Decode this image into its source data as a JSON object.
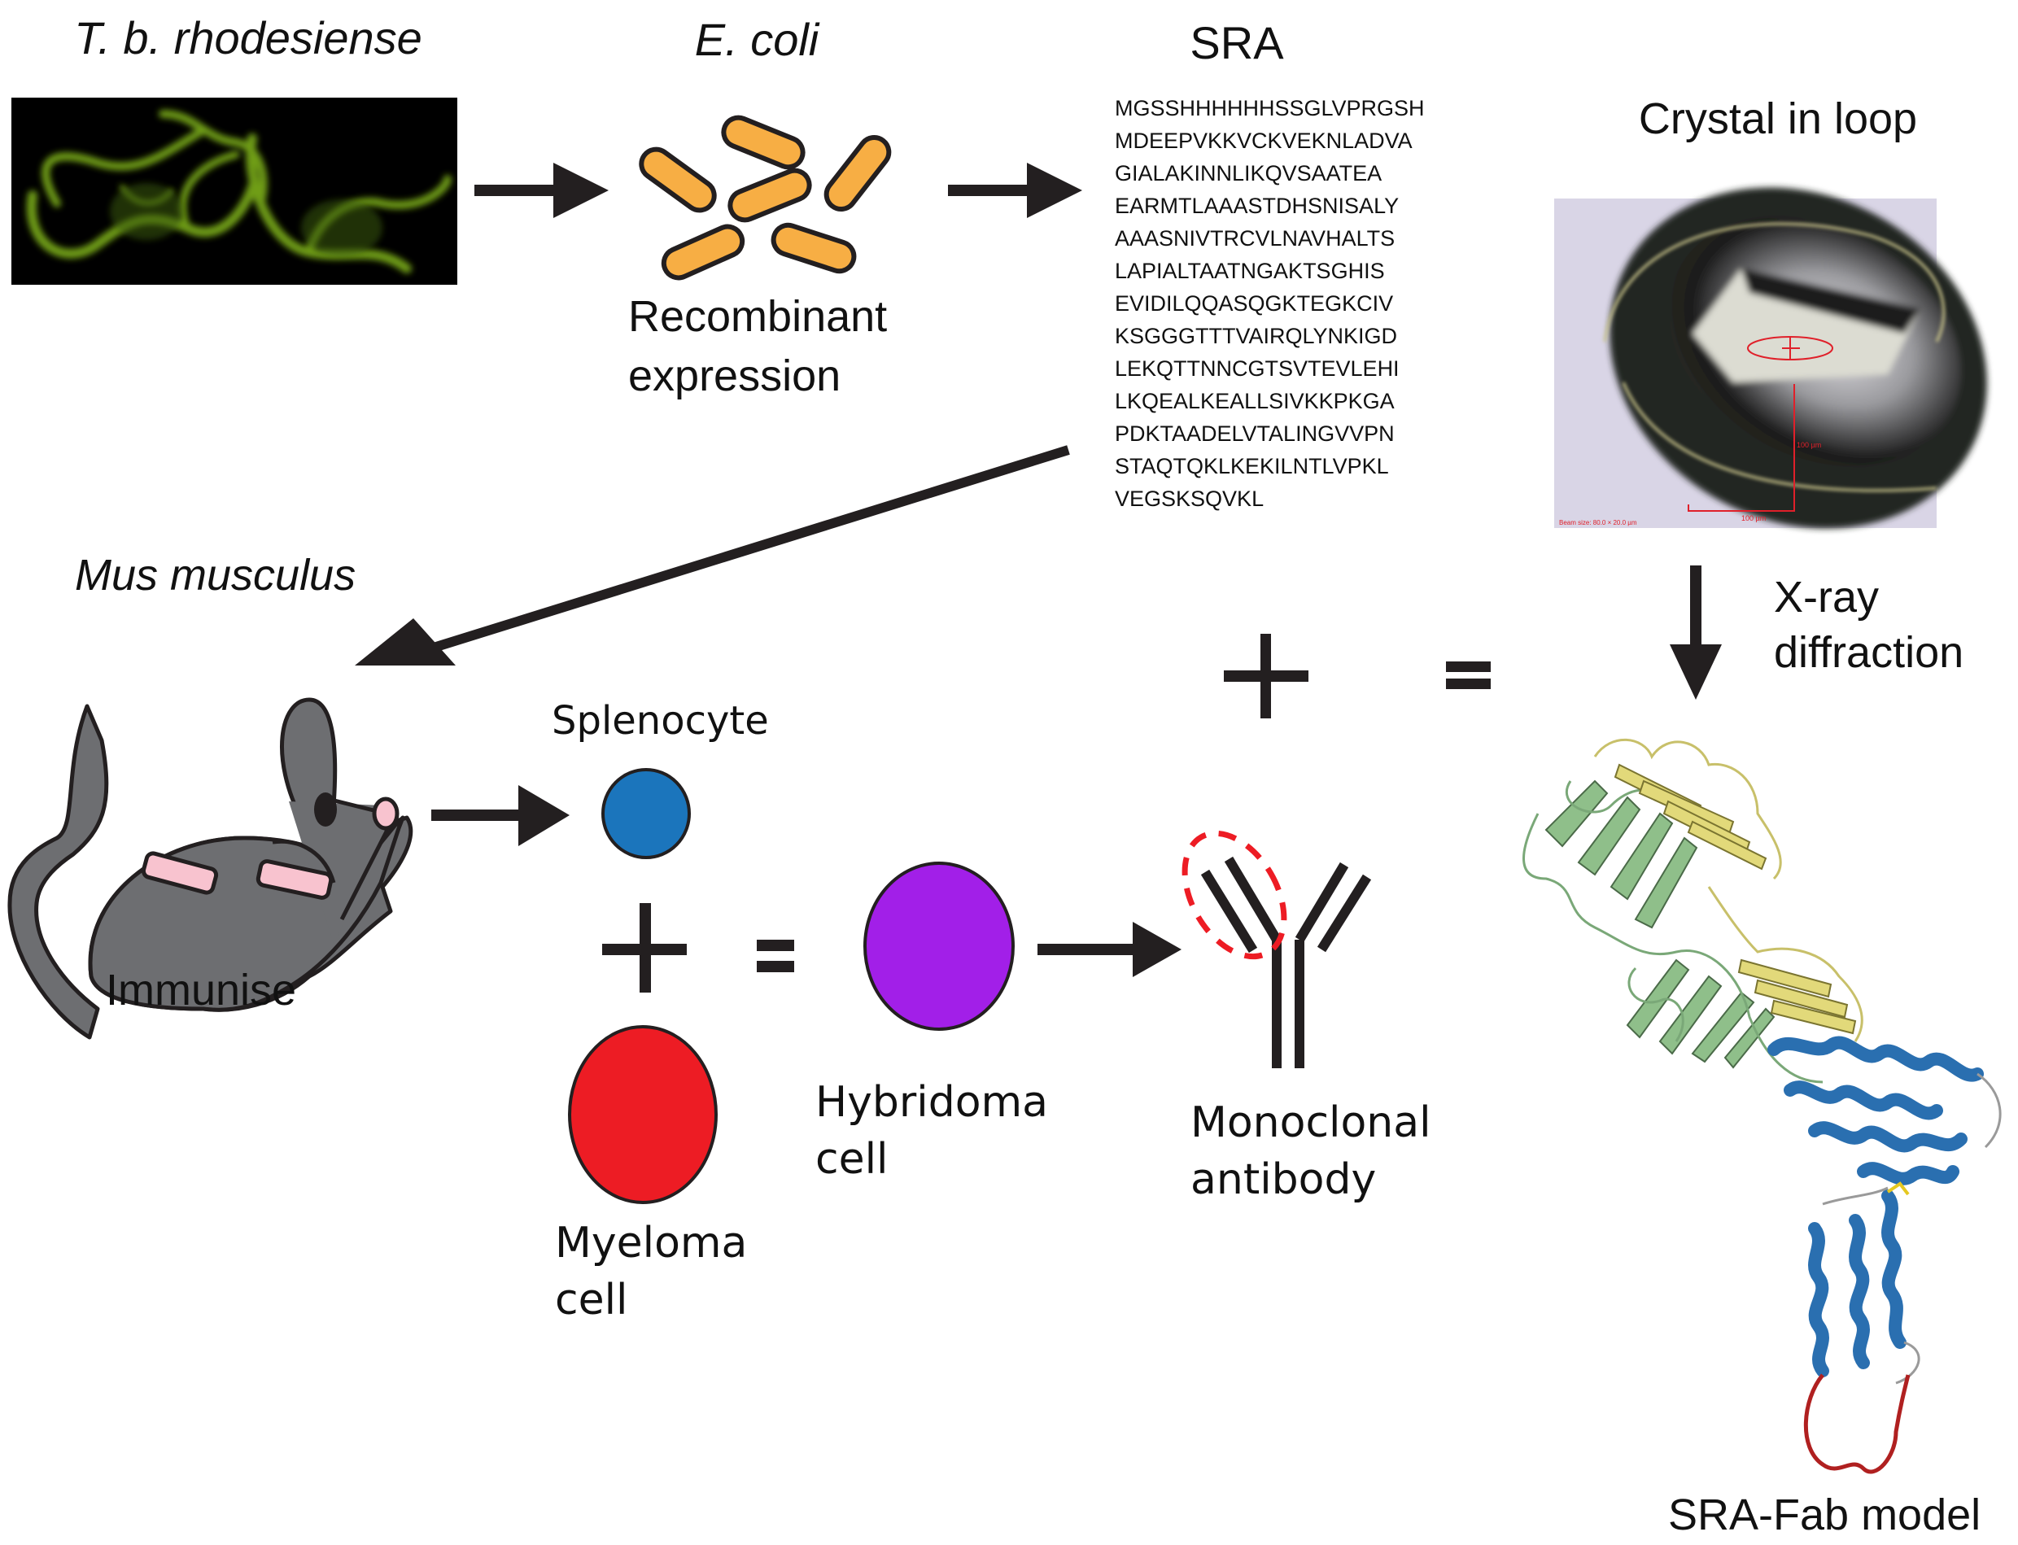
{
  "figure": {
    "organisms": {
      "trypanosome": "T. b. rhodesiense",
      "bacteria": "E. coli",
      "mouse": "Mus musculus"
    },
    "protein_label": "SRA",
    "sequence_lines": [
      "MGSSHHHHHHSSGLVPRGSH",
      "MDEEPVKKVCKVEKNLADVA",
      "GIALAKINNLIKQVSAATEA",
      "EARMTLAAASTDHSNISALY",
      "AAASNIVTRCVLNAVHALTS",
      "LAPIALTAATNGAKTSGHIS",
      "EVIDILQQASQGKTEGKCIV",
      "KSGGGTTTVAIRQLYNKIGD",
      "LEKQTTNNCGTSVTEVLEHI",
      "LKQEALKEALLSIVKKPKGA",
      "PDKTAADELVTALINGVVPN",
      "STAQTQKLKEKILNTLVPKL",
      "VEGSKSQVKL"
    ],
    "steps": {
      "recombinant_line1": "Recombinant",
      "recombinant_line2": "expression",
      "immunise": "Immunise",
      "splenocyte": "Splenocyte",
      "myeloma_line1": "Myeloma",
      "myeloma_line2": "cell",
      "hybridoma_line1": "Hybridoma",
      "hybridoma_line2": "cell",
      "antibody_line1": "Monoclonal",
      "antibody_line2": "antibody",
      "crystal": "Crystal in loop",
      "xray_line1": "X-ray",
      "xray_line2": "diffraction",
      "model": "SRA-Fab model"
    },
    "crystal_image": {
      "beam_size_text": "Beam size: 80.0 × 20.0 µm",
      "scale_vertical": "100 µm",
      "scale_horizontal": "100 µm"
    },
    "operators": {
      "plus": "+",
      "equals": "="
    },
    "colors": {
      "trypanosome_green": "#6a9a14",
      "ecoli_orange": "#f7ae44",
      "mouse_gray": "#6d6e71",
      "mouse_pink": "#f8c3cf",
      "splenocyte_blue": "#1b75bc",
      "myeloma_red": "#ed1c24",
      "hybridoma_purple": "#a21fe8",
      "epitope_dash_red": "#ed1c24",
      "fab_green": "#8fbf8a",
      "fab_yellow": "#d9d27a",
      "sra_blue": "#2a6fb0",
      "loop_red": "#b02020"
    }
  }
}
